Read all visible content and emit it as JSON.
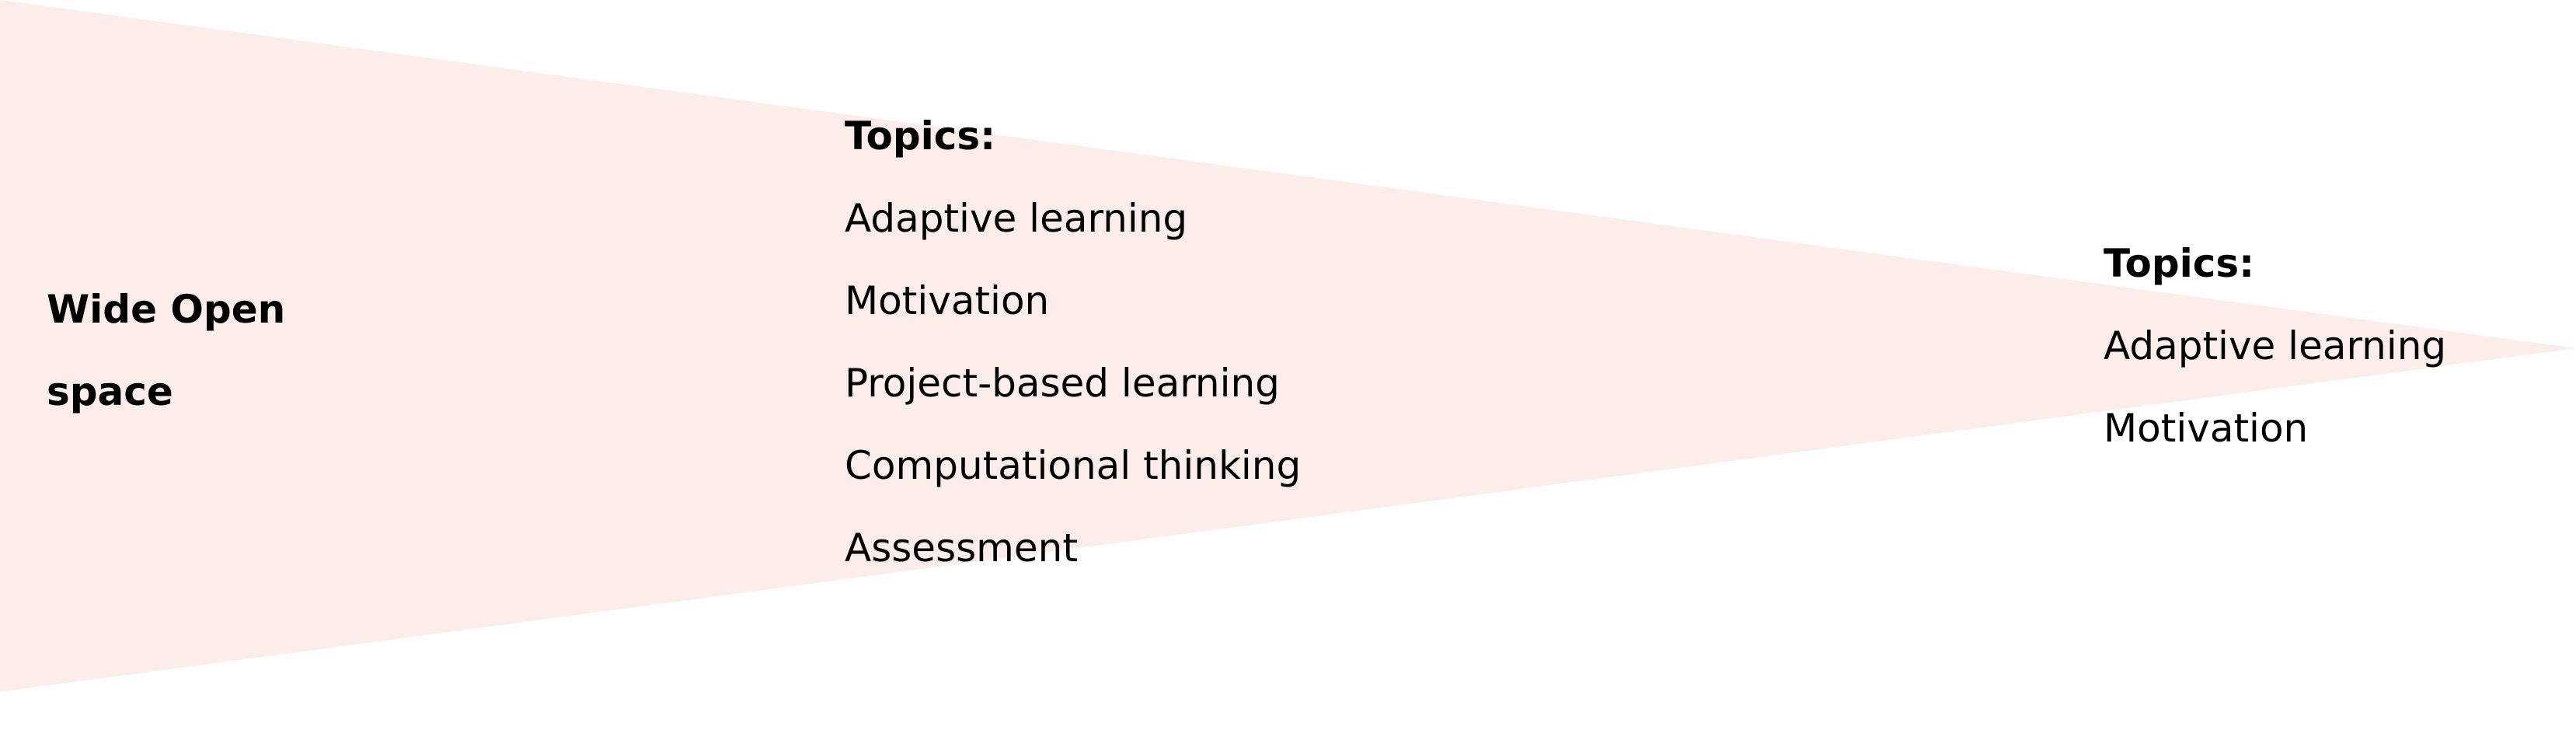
{
  "funnel": {
    "fill_color": "#fcedea"
  },
  "left_label": {
    "lines": [
      "Wide Open",
      "space"
    ]
  },
  "middle_topics": {
    "heading": "Topics:",
    "items": [
      "Adaptive learning",
      "Motivation",
      "Project-based learning",
      "Computational thinking",
      "Assessment"
    ]
  },
  "right_topics": {
    "heading": "Topics:",
    "items": [
      "Adaptive learning",
      "Motivation"
    ]
  }
}
